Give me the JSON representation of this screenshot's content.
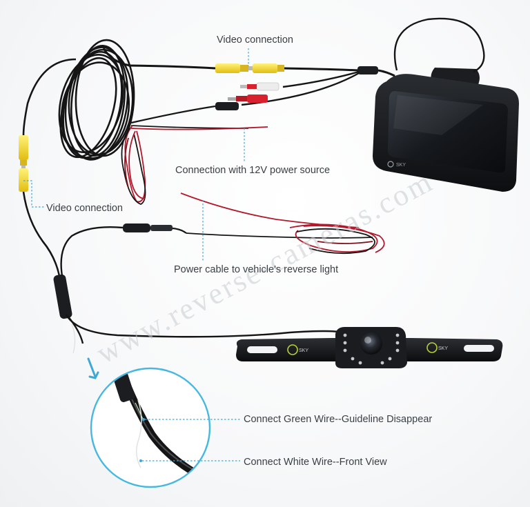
{
  "labels": {
    "video_connection_top": "Video connection",
    "power_12v": "Connection with 12V power source",
    "video_connection_left": "Video connection",
    "reverse_light": "Power cable to vehicle's reverse light",
    "green_wire": "Connect Green Wire--Guideline Disappear",
    "white_wire": "Connect White Wire--Front View"
  },
  "watermark": "www.reverse-cameras.com",
  "brand": "SKY",
  "colors": {
    "label_text": "#3a3f44",
    "leader_line": "#3fa9d6",
    "circle_stroke": "#46b8e0",
    "cable_black": "#151515",
    "cable_red": "#b3182b",
    "rca_yellow": "#f0d22a",
    "rca_red": "#d8202e",
    "rca_white": "#ececec",
    "watermark": "#c8ccd0"
  },
  "icons": {
    "arrow": "down-left-arrow-icon",
    "logo": "sky-logo-icon"
  }
}
